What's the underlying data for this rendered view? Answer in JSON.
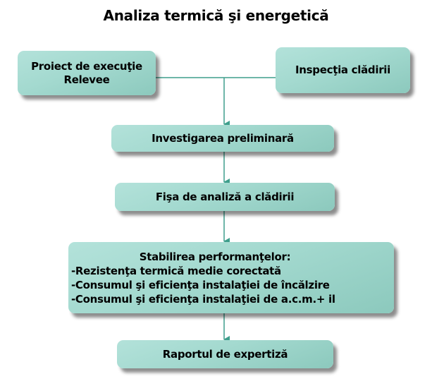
{
  "title": "Analiza termică şi energetică",
  "boxes": {
    "proiect": [
      "Proiect de execuţie",
      "Relevee"
    ],
    "inspectia": "Inspecţia clădirii",
    "investigare": "Investigarea preliminară",
    "fisa": "Fişa de analiză a clădirii",
    "stabilire": {
      "heading": "Stabilirea performanţelor:",
      "items": [
        "-Rezistenţa termică medie corectată",
        "-Consumul şi eficienţa instalaţiei de încălzire",
        "-Consumul şi eficienţa instalaţiei de a.c.m.+ il"
      ]
    },
    "raport": "Raportul de expertiză"
  },
  "colors": {
    "box_fill": "#a3d9cf",
    "connector": "#3e9e8c"
  }
}
